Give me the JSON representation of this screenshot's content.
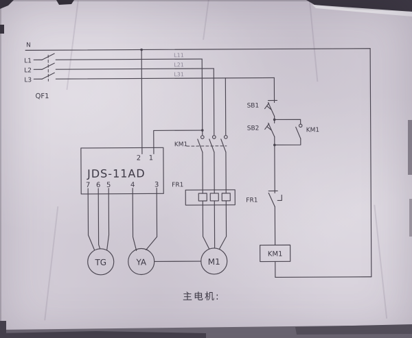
{
  "page": {
    "caption": "主电机:"
  },
  "power": {
    "neutral_label": "N",
    "phase_labels": [
      "L1",
      "L2",
      "L3"
    ],
    "branch_labels": [
      "L11",
      "L21",
      "L31"
    ],
    "breaker_label": "QF1"
  },
  "controller": {
    "name": "JDS-11AD",
    "top_terminals": [
      "2",
      "1"
    ],
    "bottom_terminals": [
      "7",
      "6",
      "5",
      "4",
      "3"
    ]
  },
  "main_circuit": {
    "contactor_label": "KM1",
    "overload_label": "FR1",
    "tg_label": "TG",
    "ya_label": "YA",
    "motor_label": "M1"
  },
  "control_circuit": {
    "stop_button_label": "SB1",
    "start_button_label": "SB2",
    "holding_contact_label": "KM1",
    "overload_contact_label": "FR1",
    "coil_label": "KM1"
  },
  "colors": {
    "ink": "#4a4550",
    "paper": "#d6d0da"
  }
}
